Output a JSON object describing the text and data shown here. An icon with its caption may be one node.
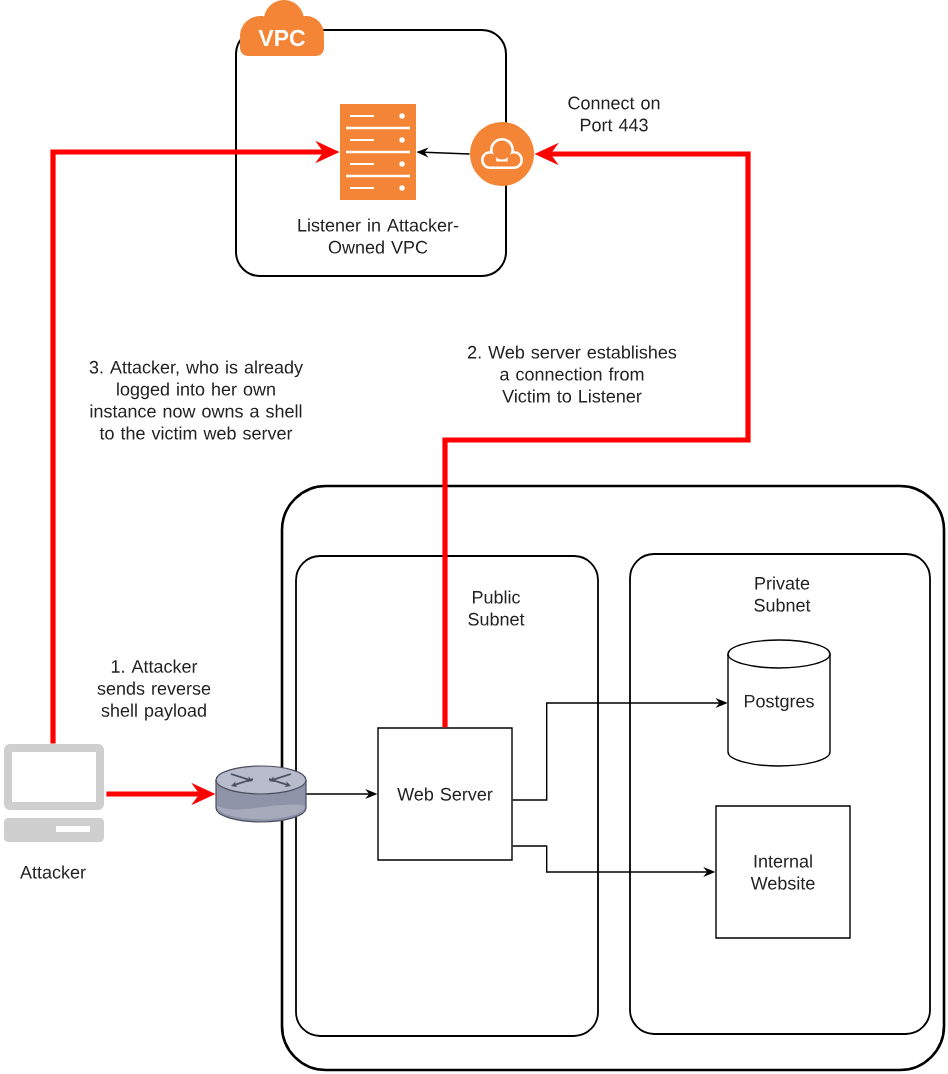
{
  "diagram": {
    "nodes": [
      {
        "text": [
          "VPC"
        ]
      },
      {
        "text": [],
        "shape": "picture",
        "in": 0,
        "beside": [
          "Listener in Attacker-Owned VPC"
        ]
      },
      {
        "text": [],
        "shape": "circle"
      },
      {
        "text": [],
        "shape": "box"
      },
      {
        "text": [
          "Public Subnet"
        ],
        "in": 3
      },
      {
        "text": [
          "Private Subnet"
        ],
        "in": 3
      },
      {
        "text": [
          "Postgres"
        ],
        "in": 5
      },
      {
        "text": [
          "Web Server"
        ],
        "in": 4
      },
      {
        "text": [],
        "shape": "picture",
        "beside": [
          "Attacker"
        ]
      },
      {
        "text": [],
        "shape": "picture"
      },
      {
        "text": [
          "Internal Website"
        ],
        "in": 5
      }
    ],
    "edges": [
      {
        "from": 8,
        "to": 9,
        "arrow": "to",
        "label": "1. Attacker sends reverse shell payload",
        "style": "thick",
        "color": "#ff0000"
      },
      {
        "from": 9,
        "to": 7,
        "arrow": "to"
      },
      {
        "from": 7,
        "to": 6,
        "arrow": "to"
      },
      {
        "from": 7,
        "to": 10,
        "arrow": "to"
      },
      {
        "from": 7,
        "to": 2,
        "arrow": "to",
        "label": "2. Web server establishes a connection from Victim to Listener",
        "style": "thick",
        "color": "#ff0000"
      },
      {
        "from": 2,
        "to": 1,
        "arrow": "to"
      },
      {
        "from": 8,
        "to": 1,
        "arrow": "to",
        "label": "3. Attacker, who is already logged into her own instance now owns a shell to the victim web server",
        "style": "thick",
        "color": "#ff0000"
      }
    ],
    "labels": [
      "Connect on Port 443"
    ]
  }
}
